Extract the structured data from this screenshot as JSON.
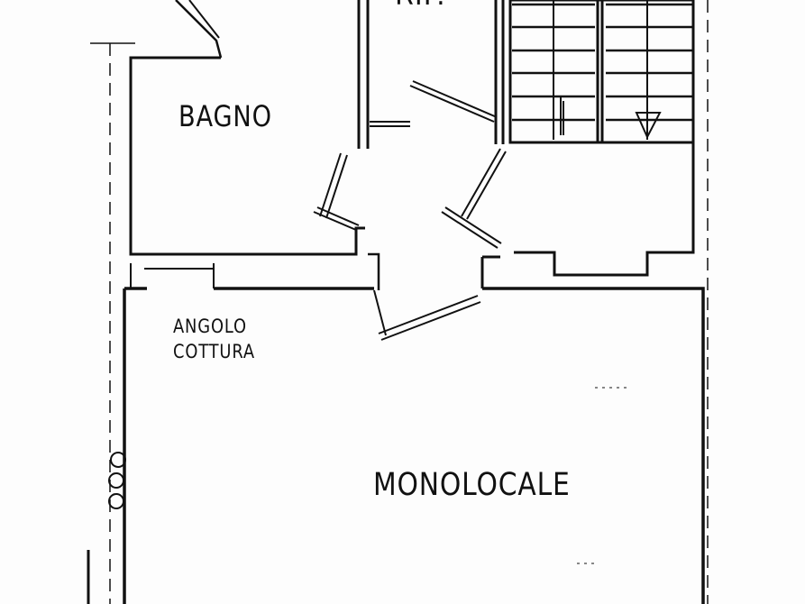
{
  "rooms": {
    "bathroom": "BAGNO",
    "kitchenette_line1": "ANGOLO",
    "kitchenette_line2": "COTTURA",
    "studio": "MONOLOCALE",
    "storage": "RIP."
  },
  "colors": {
    "ink": "#111111",
    "paper": "#fdfdfd"
  }
}
